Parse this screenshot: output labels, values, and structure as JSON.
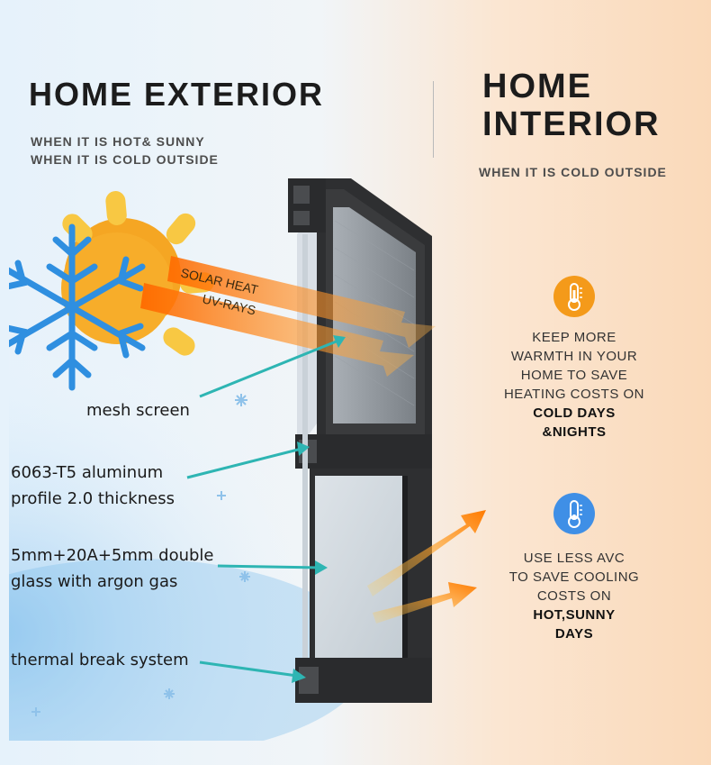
{
  "exterior": {
    "title": "HOME EXTERIOR",
    "sub1": "WHEN IT IS HOT& SUNNY",
    "sub2": "WHEN IT IS COLD OUTSIDE"
  },
  "interior": {
    "title_line1": "HOME",
    "title_line2": "INTERIOR",
    "sub": "WHEN IT IS COLD OUTSIDE"
  },
  "arrows": {
    "solar": "SOLAR HEAT",
    "uv": "UV-RAYS"
  },
  "labels": {
    "mesh": "mesh screen",
    "profile_line1": "6063-T5 aluminum",
    "profile_line2": "profile 2.0  thickness",
    "glass_line1": "5mm+20A+5mm double",
    "glass_line2": "glass with argon gas",
    "thermal": "thermal break system"
  },
  "warm": {
    "icon": "thermometer-hot-icon",
    "color": "#f49a1a",
    "line1": "KEEP MORE",
    "line2": "WARMTH IN YOUR",
    "line3": "HOME TO SAVE",
    "line4": "HEATING COSTS ON",
    "bold1": "COLD DAYS",
    "bold2": "&NIGHTS"
  },
  "cool": {
    "icon": "thermometer-cold-icon",
    "color": "#3f8fe6",
    "line1": "USE LESS AVC",
    "line2": "TO SAVE COOLING",
    "line3": "COSTS ON",
    "bold1": "HOT,SUNNY",
    "bold2": "DAYS"
  },
  "colors": {
    "title": "#1c1c1c",
    "teal_arrow": "#2eb5b3",
    "orange_arrow": "#f47a1c",
    "frame": "#2e2f31"
  }
}
